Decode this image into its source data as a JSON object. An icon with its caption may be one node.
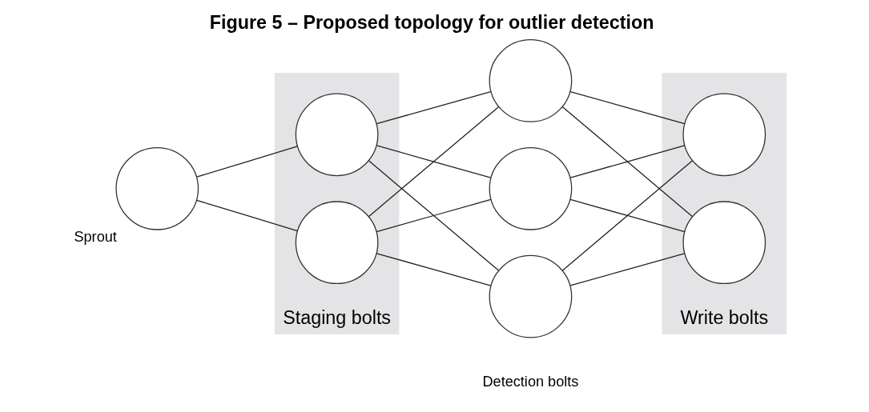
{
  "diagram": {
    "title": "Figure 5 – Proposed topology for outlier detection",
    "nodes": [
      {
        "text": [],
        "shape": "circle",
        "beside": [
          "Sprout"
        ]
      },
      {
        "text": [
          "Staging bolts"
        ]
      },
      {
        "text": [],
        "shape": "circle",
        "in": 1
      },
      {
        "text": [],
        "shape": "circle",
        "in": 1
      },
      {
        "text": [],
        "shape": "circle"
      },
      {
        "text": [],
        "shape": "circle"
      },
      {
        "text": [],
        "shape": "circle"
      },
      {
        "text": [
          "Write bolts"
        ]
      },
      {
        "text": [],
        "shape": "circle",
        "in": 7
      },
      {
        "text": [],
        "shape": "circle",
        "in": 7
      }
    ],
    "edges": [
      {
        "from": 0,
        "to": 2,
        "arrow": "none"
      },
      {
        "from": 0,
        "to": 3,
        "arrow": "none"
      },
      {
        "from": 2,
        "to": 4,
        "arrow": "none"
      },
      {
        "from": 2,
        "to": 5,
        "arrow": "none"
      },
      {
        "from": 2,
        "to": 6,
        "arrow": "none"
      },
      {
        "from": 3,
        "to": 4,
        "arrow": "none"
      },
      {
        "from": 3,
        "to": 5,
        "arrow": "none"
      },
      {
        "from": 3,
        "to": 6,
        "arrow": "none"
      },
      {
        "from": 4,
        "to": 8,
        "arrow": "none"
      },
      {
        "from": 4,
        "to": 9,
        "arrow": "none"
      },
      {
        "from": 5,
        "to": 8,
        "arrow": "none"
      },
      {
        "from": 5,
        "to": 9,
        "arrow": "none"
      },
      {
        "from": 6,
        "to": 8,
        "arrow": "none"
      },
      {
        "from": 6,
        "to": 9,
        "arrow": "none"
      }
    ],
    "labels": [
      "Detection bolts"
    ]
  }
}
